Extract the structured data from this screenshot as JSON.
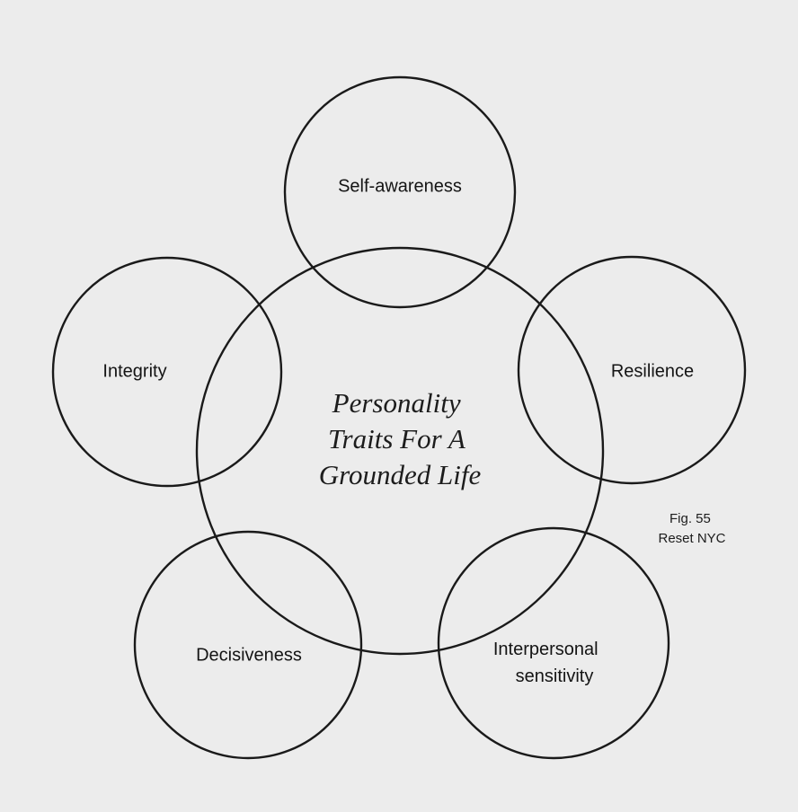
{
  "diagram": {
    "center": {
      "lines": [
        "Personality",
        "Traits For A",
        "Grounded Life"
      ]
    },
    "traits": [
      {
        "lines": [
          "Self-awareness"
        ]
      },
      {
        "lines": [
          "Resilience"
        ]
      },
      {
        "lines": [
          "Interpersonal",
          "sensitivity"
        ]
      },
      {
        "lines": [
          "Decisiveness"
        ]
      },
      {
        "lines": [
          "Integrity"
        ]
      }
    ],
    "caption": {
      "lines": [
        "Fig. 55",
        "Reset NYC"
      ]
    },
    "colors": {
      "background": "#ececec",
      "stroke": "#1a1a1a",
      "text": "#141414"
    }
  }
}
